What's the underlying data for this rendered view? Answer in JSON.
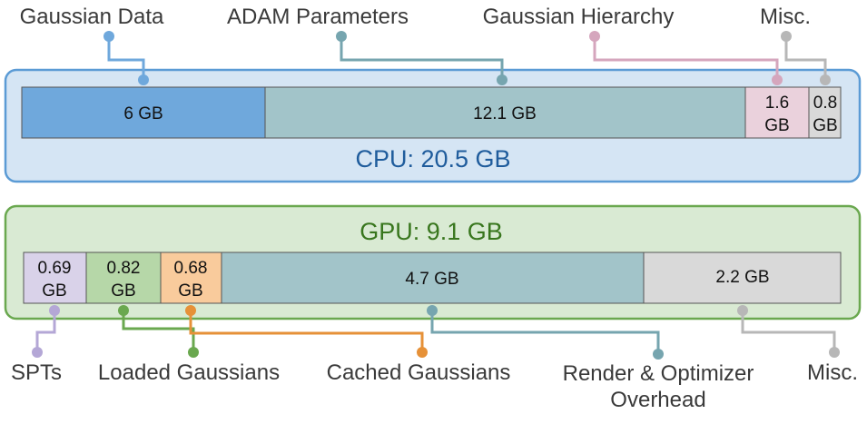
{
  "cpu": {
    "title": "CPU: 20.5 GB",
    "colors": {
      "fill": "#d5e5f4",
      "stroke": "#5b9bd5",
      "title": "#1f5c9c"
    },
    "segments": [
      {
        "value": "6 GB",
        "fill": "#6fa8dc"
      },
      {
        "value": "12.1 GB",
        "fill": "#a2c4c9"
      },
      {
        "value": [
          "1.6",
          "GB"
        ],
        "fill": "#ead1dc"
      },
      {
        "value": [
          "0.8",
          "GB"
        ],
        "fill": "#d9d9d9"
      }
    ],
    "labels": [
      {
        "text": "Gaussian Data",
        "color": "#6fa8dc"
      },
      {
        "text": "ADAM Parameters",
        "color": "#76a5af"
      },
      {
        "text": "Gaussian Hierarchy",
        "color": "#d5a6bd"
      },
      {
        "text": "Misc.",
        "color": "#b7b7b7"
      }
    ]
  },
  "gpu": {
    "title": "GPU: 9.1 GB",
    "colors": {
      "fill": "#d9ead3",
      "stroke": "#6aa84f",
      "title": "#38761d"
    },
    "segments": [
      {
        "value": [
          "0.69",
          "GB"
        ],
        "fill": "#d9d2e9"
      },
      {
        "value": [
          "0.82",
          "GB"
        ],
        "fill": "#b6d7a8"
      },
      {
        "value": [
          "0.68",
          "GB"
        ],
        "fill": "#f9cb9c"
      },
      {
        "value": "4.7 GB",
        "fill": "#a2c4c9"
      },
      {
        "value": "2.2 GB",
        "fill": "#d9d9d9"
      }
    ],
    "labels": [
      {
        "text": "SPTs",
        "color": "#b4a7d6"
      },
      {
        "text": "Loaded Gaussians",
        "color": "#6aa84f"
      },
      {
        "text": "Cached Gaussians",
        "color": "#e69138"
      },
      {
        "text": [
          "Render & Optimizer",
          "Overhead"
        ],
        "color": "#76a5af"
      },
      {
        "text": "Misc.",
        "color": "#b7b7b7"
      }
    ]
  }
}
